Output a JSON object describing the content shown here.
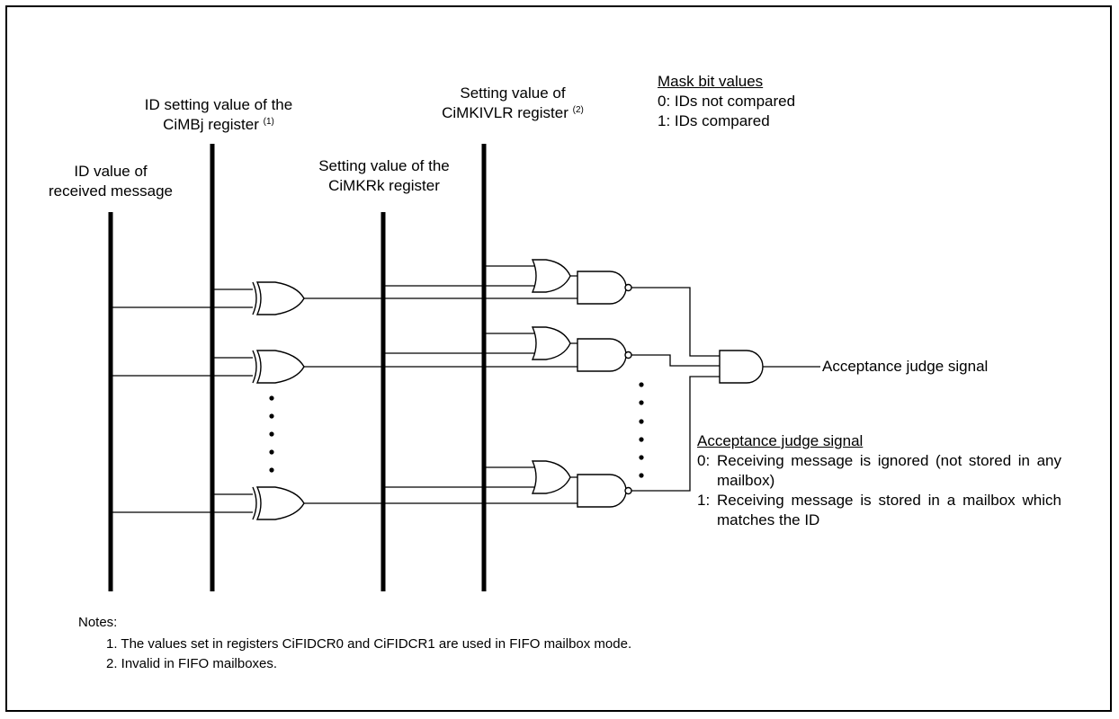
{
  "labels": {
    "id_received": [
      "ID value of",
      "received message"
    ],
    "id_setting": [
      "ID setting value of the",
      "CiMBj register"
    ],
    "id_setting_note_ref": "(1)",
    "mkr": [
      "Setting value of the",
      "CiMKRk register"
    ],
    "mkivlr": [
      "Setting value of",
      "CiMKIVLR register"
    ],
    "mkivlr_note_ref": "(2)",
    "output": "Acceptance judge signal"
  },
  "mask_legend": {
    "title": "Mask bit values",
    "items": [
      "0:  IDs not compared",
      "1:  IDs compared"
    ]
  },
  "acceptance_legend": {
    "title": "Acceptance judge signal",
    "items": [
      {
        "num": "0:",
        "text": "Receiving message is ignored (not stored in any mailbox)"
      },
      {
        "num": "1:",
        "text": "Receiving message is stored in a mailbox which matches the ID"
      }
    ]
  },
  "notes": {
    "title": "Notes:",
    "items": [
      "1.  The values set in registers CiFIDCR0 and CiFIDCR1 are used in FIFO mailbox mode.",
      "2.  Invalid in FIFO mailboxes."
    ]
  }
}
